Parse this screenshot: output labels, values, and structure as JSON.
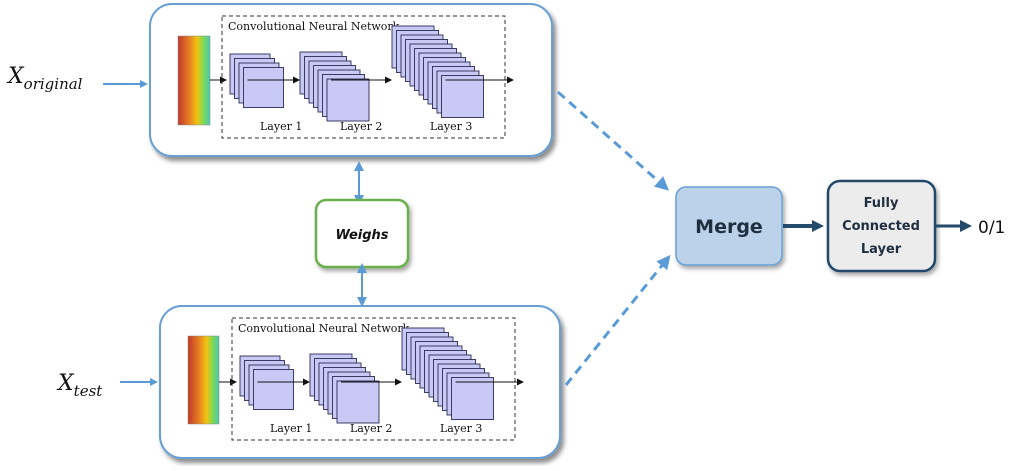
{
  "inputs": {
    "top": {
      "symbol": "X",
      "subscript": "original"
    },
    "bottom": {
      "symbol": "X",
      "subscript": "test"
    }
  },
  "cnn": {
    "title": "Convolutional Neural Network",
    "layers": [
      "Layer 1",
      "Layer 2",
      "Layer 3"
    ]
  },
  "weights_label": "Weighs",
  "merge_label": "Merge",
  "fc_label": [
    "Fully",
    "Connected",
    "Layer"
  ],
  "output_label": "0/1",
  "colors": {
    "panel_border": "#6a9fd4",
    "arrow": "#5b9bd5",
    "feature_map": "#c9c9f5",
    "feature_border": "#2b2b55",
    "merge_fill": "#bcd2ea",
    "fc_fill": "#ececec",
    "fc_border": "#23496b",
    "weights_border": "#6ab04c"
  }
}
